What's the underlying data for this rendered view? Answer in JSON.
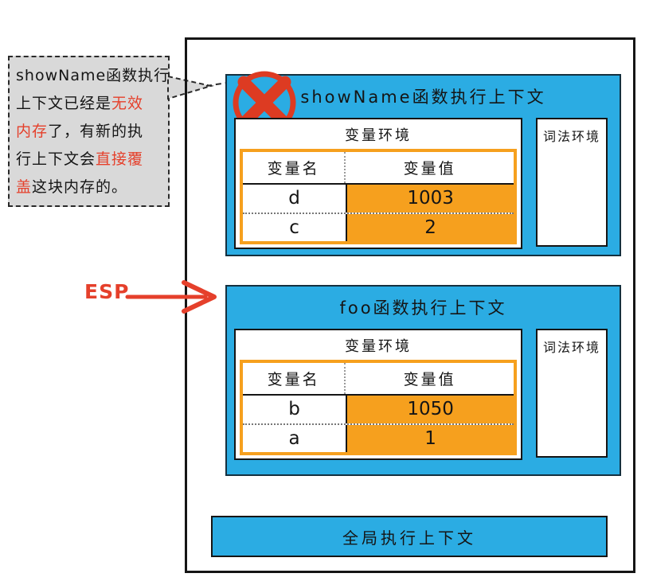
{
  "colors": {
    "blue": "#2BACE3",
    "orange": "#F6A01E",
    "red": "#E5402B",
    "note_bg": "#D9D9D9",
    "ink": "#151515"
  },
  "icons": {
    "invalid_cross": "circle-with-x",
    "esp_arrow": "arrow-right",
    "callout_pointer": "tapered-dashed-pointer"
  },
  "note": {
    "full_text": "showName函数执行上下文已经是无效内存了，有新的执行上下文会直接覆盖这块内存的。",
    "lines": [
      {
        "segs": [
          {
            "t": "showName函数执行",
            "c": ""
          }
        ]
      },
      {
        "segs": [
          {
            "t": "上下文已经是",
            "c": ""
          },
          {
            "t": "无效",
            "c": "red"
          }
        ]
      },
      {
        "segs": [
          {
            "t": "内存",
            "c": "red"
          },
          {
            "t": "了，有新的执",
            "c": ""
          }
        ]
      },
      {
        "segs": [
          {
            "t": "行上下文会",
            "c": ""
          },
          {
            "t": "直接覆",
            "c": "red"
          }
        ]
      },
      {
        "segs": [
          {
            "t": "盖",
            "c": "red"
          },
          {
            "t": "这块内存的。",
            "c": ""
          }
        ]
      }
    ]
  },
  "esp_label": "ESP",
  "stack": {
    "frames": [
      {
        "title": "showName函数执行上下文",
        "invalid": true,
        "var_env": {
          "label": "变量环境",
          "headers": [
            "变量名",
            "变量值"
          ],
          "rows": [
            [
              "d",
              "1003"
            ],
            [
              "c",
              "2"
            ]
          ]
        },
        "lex_env": {
          "label": "词法环境"
        }
      },
      {
        "title": "foo函数执行上下文",
        "invalid": false,
        "var_env": {
          "label": "变量环境",
          "headers": [
            "变量名",
            "变量值"
          ],
          "rows": [
            [
              "b",
              "1050"
            ],
            [
              "a",
              "1"
            ]
          ]
        },
        "lex_env": {
          "label": "词法环境"
        }
      }
    ],
    "global": {
      "label": "全局执行上下文"
    }
  }
}
